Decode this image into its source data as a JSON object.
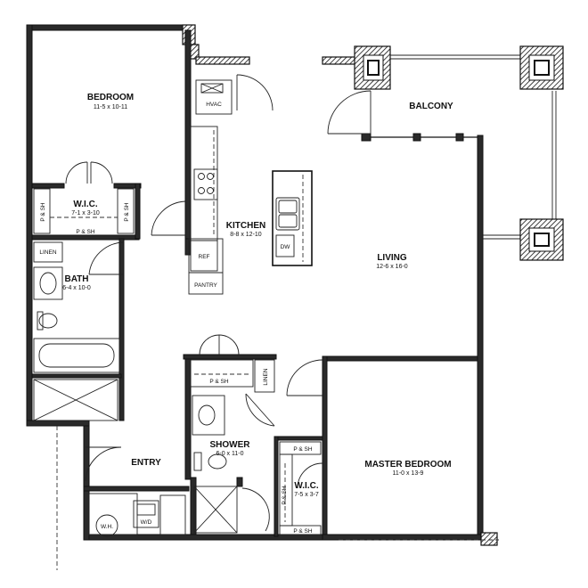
{
  "rooms": {
    "bedroom": {
      "name": "BEDROOM",
      "dims": "11-5 x 10-11"
    },
    "wic1": {
      "name": "W.I.C.",
      "dims": "7-1 x 3-10"
    },
    "kitchen": {
      "name": "KITCHEN",
      "dims": "8-8 x 12-10"
    },
    "bath": {
      "name": "BATH",
      "dims": "6-4 x 10-0"
    },
    "living": {
      "name": "LIVING",
      "dims": "12-6 x 16-0"
    },
    "balcony": {
      "name": "BALCONY"
    },
    "entry": {
      "name": "ENTRY"
    },
    "shower": {
      "name": "SHOWER",
      "dims": "6-0 x 11-0"
    },
    "master": {
      "name": "MASTER BEDROOM",
      "dims": "11-0 x 13-9"
    },
    "wic2": {
      "name": "W.I.C.",
      "dims": "7-5 x 3-7"
    }
  },
  "labels": {
    "hvac": "HVAC",
    "ref": "REF",
    "pantry": "PANTRY",
    "dw": "DW",
    "linen1": "LINEN",
    "linen2": "LINEN",
    "wh": "W.H.",
    "wd": "W/D",
    "ps": "P & SH",
    "ps_side": "P & SH"
  }
}
